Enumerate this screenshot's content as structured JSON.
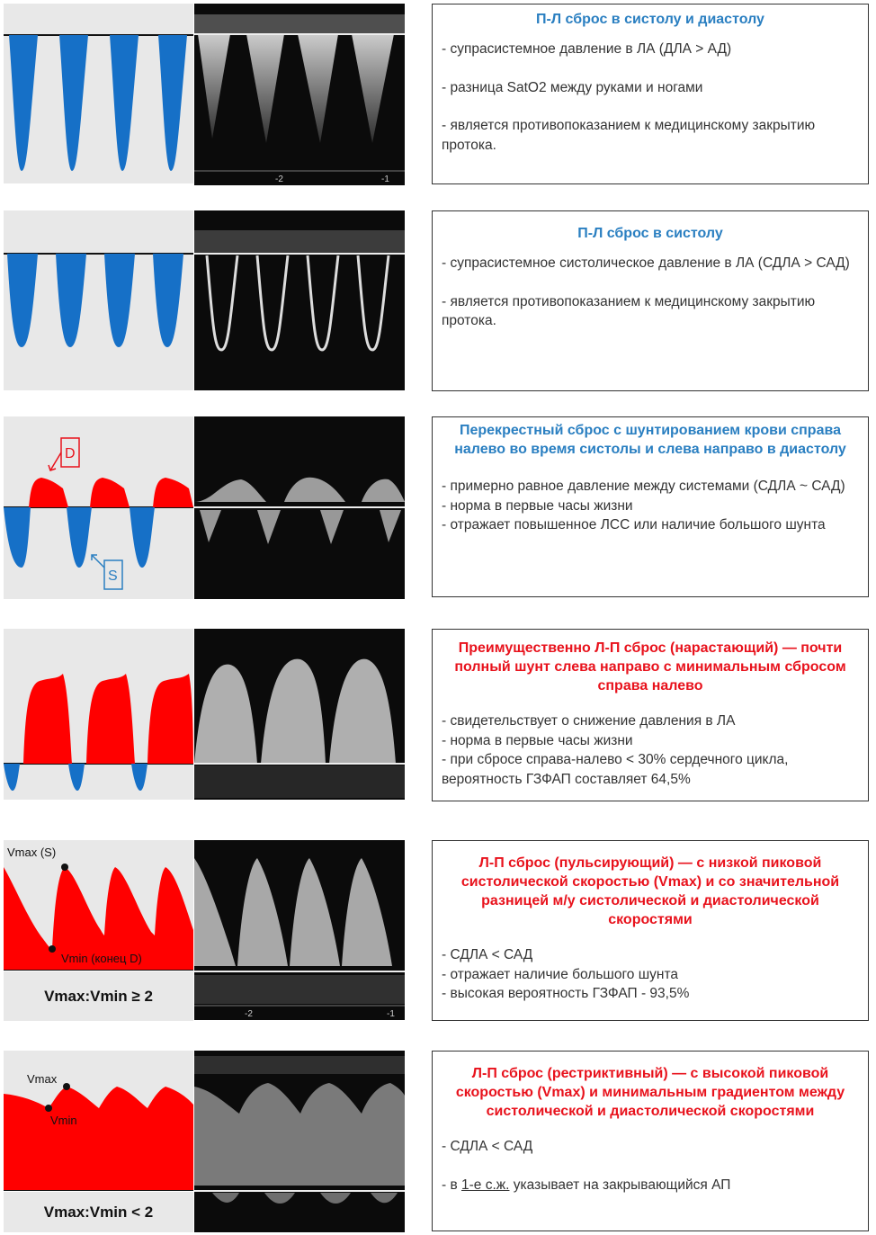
{
  "colors": {
    "blue_flow": "#1670c7",
    "red_flow": "#ff0000",
    "title_blue": "#2a7fc1",
    "title_red": "#e8121c"
  },
  "rows": [
    {
      "title": "П-Л сброс в систолу и диастолу",
      "items": [
        "- супрасистемное давление в ЛА (ДЛА > АД)",
        "- разница SatO2 между руками и ногами",
        "- является противопоказанием к медицинскому закрытию протока."
      ],
      "echo_axis": [
        "-2",
        "-1"
      ]
    },
    {
      "title": "П-Л сброс в систолу",
      "items": [
        "- супрасистемное систолическое давление в ЛА (СДЛА > САД)",
        "- является противопоказанием к медицинскому закрытию протока."
      ]
    },
    {
      "title": "Перекрестный сброс с шунтированием крови справа налево во время систолы и слева направо в диастолу",
      "items": [
        "- примерно равное давление между системами (СДЛА ~ САД)",
        "- норма в первые часы жизни",
        "- отражает повышенное ЛСС или наличие большого шунта"
      ],
      "labels": {
        "d": "D",
        "s": "S"
      }
    },
    {
      "title": "Преимущественно Л-П сброс (нарастающий) — почти полный шунт слева направо с минимальным сбросом справа налево",
      "items": [
        "- свидетельствует о снижение давления в ЛА",
        "- норма в первые часы жизни",
        "- при сбросе справа-налево < 30% сердечного цикла, вероятность ГЗФАП составляет 64,5%"
      ]
    },
    {
      "title": "Л-П сброс (пульсирующий) — с низкой пиковой систолической скоростью (Vmax) и со значительной разницей м/у систолической и диастолической скоростями",
      "items": [
        "- СДЛА < САД",
        "- отражает наличие большого шунта",
        "- высокая вероятность ГЗФАП - 93,5%"
      ],
      "labels": {
        "vmax": "Vmax (S)",
        "vmin": "Vmin (конец D)"
      },
      "ratio": "Vmax:Vmin ≥ 2",
      "echo_axis": [
        "-2",
        "-1"
      ]
    },
    {
      "title": "Л-П сброс (рестриктивный) — с высокой пиковой скоростью (Vmax) и минимальным градиентом между систолической и диастолической скоростями",
      "items": [
        "- СДЛА < САД"
      ],
      "last_item": {
        "prefix": "- в ",
        "underlined": "1-е с.ж.",
        "suffix": " указывает на закрывающийся АП"
      },
      "labels": {
        "vmax": "Vmax",
        "vmin": "Vmin"
      },
      "ratio": "Vmax:Vmin < 2"
    }
  ]
}
